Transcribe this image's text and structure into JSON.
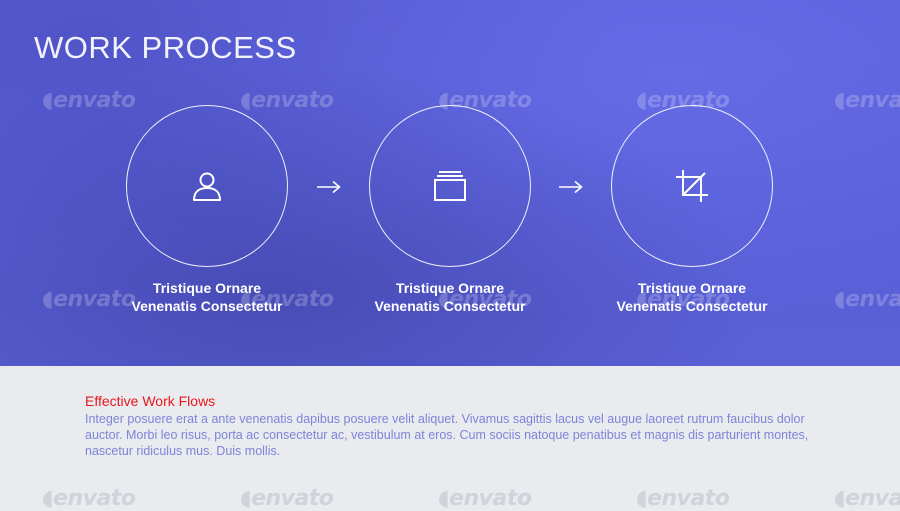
{
  "header": {
    "title": "WORK PROCESS"
  },
  "steps": [
    {
      "icon": "user-icon",
      "line1": "Tristique Ornare",
      "line2": "Venenatis Consectetur"
    },
    {
      "icon": "layers-icon",
      "line1": "Tristique Ornare",
      "line2": "Venenatis Consectetur"
    },
    {
      "icon": "crop-icon",
      "line1": "Tristique Ornare",
      "line2": "Venenatis Consectetur"
    }
  ],
  "arrows": [
    "arrow-right-icon",
    "arrow-right-icon"
  ],
  "content": {
    "title": "Effective Work Flows",
    "body": "Integer posuere erat a ante venenatis dapibus posuere velit aliquet. Vivamus sagittis lacus vel augue laoreet rutrum faucibus dolor auctor. Morbi leo risus, porta ac consectetur ac, vestibulum at eros. Cum sociis natoque penatibus et magnis dis parturient montes, nascetur ridiculus mus. Duis mollis."
  },
  "watermark": {
    "text": "envato"
  },
  "colors": {
    "hero": "#5a5fd9",
    "accent_title": "#e8171b",
    "body_text": "#7e84d8",
    "panel": "#e9ebef"
  }
}
